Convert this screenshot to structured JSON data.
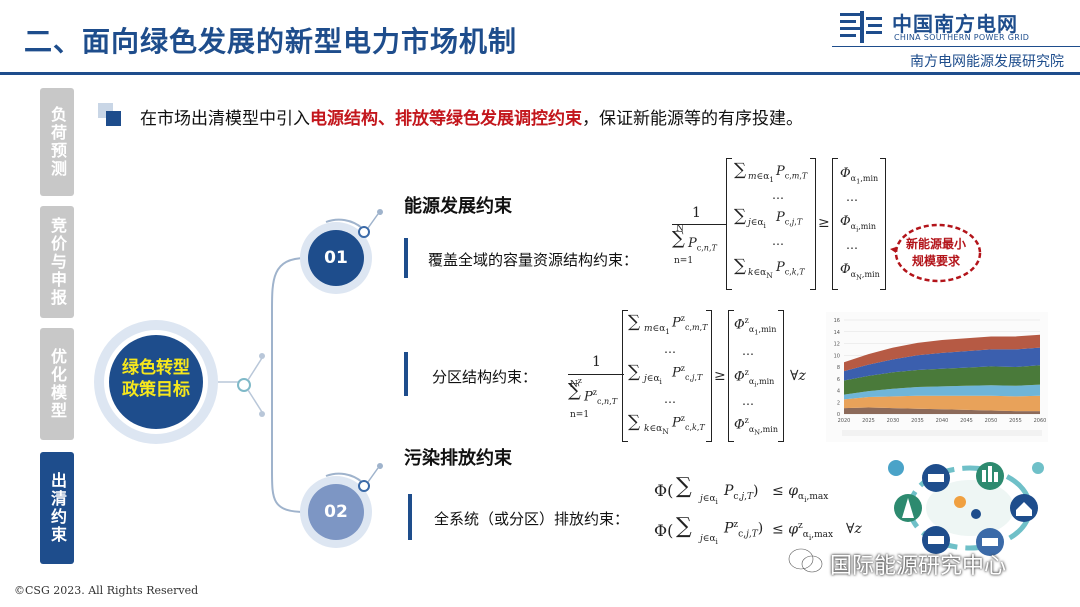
{
  "header": {
    "title": "二、面向绿色发展的新型电力市场机制",
    "logo_cn": "中国南方电网",
    "logo_en": "CHINA SOUTHERN POWER GRID",
    "institute": "南方电网能源发展研究院"
  },
  "tabs": [
    {
      "label": "负荷预测",
      "active": false
    },
    {
      "label": "竞价与申报",
      "active": false
    },
    {
      "label": "优化模型",
      "active": false
    },
    {
      "label": "出清约束",
      "active": true
    }
  ],
  "intro": {
    "prefix": "在市场出清模型中引入",
    "highlight": "电源结构、排放等绿色发展调控约束",
    "suffix": "，保证新能源等的有序投建。"
  },
  "center": {
    "line1": "绿色转型",
    "line2": "政策目标"
  },
  "nodes": [
    "01",
    "02"
  ],
  "sections": {
    "energy_title": "能源发展约束",
    "pollution_title": "污染排放约束"
  },
  "constraints": {
    "capacity": "覆盖全域的容量资源结构约束：",
    "zonal": "分区结构约束：",
    "emission": "全系统（或分区）排放约束："
  },
  "badge": {
    "line1": "新能源最小",
    "line2": "规模要求"
  },
  "copyright": "©CSG 2023. All Rights Reserved",
  "watermark": "国际能源研究中心",
  "colors": {
    "brand": "#1e4d8c",
    "highlight": "#c3161c",
    "center_text": "#f6e71c"
  },
  "icons": [
    "csg-logo-icon",
    "bullet-square-icon",
    "wechat-icon"
  ],
  "chart_data": {
    "type": "area",
    "x": [
      2020,
      2025,
      2030,
      2035,
      2040,
      2045,
      2050,
      2055,
      2060
    ],
    "ylim": [
      0,
      16
    ],
    "yticks": [
      "0",
      "2",
      "4",
      "6",
      "8",
      "10",
      "12",
      "14",
      "16"
    ],
    "series": [
      {
        "values": [
          1.0,
          1.1,
          1.0,
          0.9,
          0.8,
          0.7,
          0.6,
          0.5,
          0.5
        ],
        "color": "#8c6a5a"
      },
      {
        "values": [
          1.5,
          1.8,
          2.0,
          2.2,
          2.3,
          2.4,
          2.5,
          2.5,
          2.6
        ],
        "color": "#e8a25a"
      },
      {
        "values": [
          0.8,
          1.0,
          1.3,
          1.5,
          1.6,
          1.7,
          1.8,
          1.8,
          1.9
        ],
        "color": "#6fb5d8"
      },
      {
        "values": [
          2.4,
          2.6,
          2.8,
          2.9,
          3.0,
          3.1,
          3.2,
          3.2,
          3.3
        ],
        "color": "#4a7a3a"
      },
      {
        "values": [
          1.6,
          1.9,
          2.2,
          2.5,
          2.7,
          2.8,
          2.9,
          3.0,
          3.0
        ],
        "color": "#3b5fae"
      },
      {
        "values": [
          1.5,
          1.8,
          2.0,
          2.1,
          2.2,
          2.2,
          2.2,
          2.2,
          2.2
        ],
        "color": "#b65a44"
      }
    ]
  }
}
